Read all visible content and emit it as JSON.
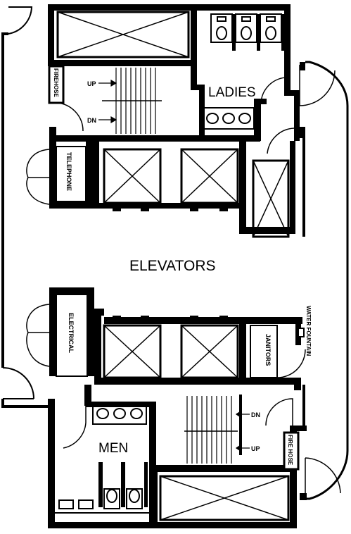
{
  "labels": {
    "elevators": "ELEVATORS",
    "ladies": "LADIES",
    "men": "MEN",
    "telephone": "TELEPHONE",
    "electrical": "ELECTRICAL",
    "janitors": "JANITORS",
    "water_fountain": "WATER FOUNTAIN",
    "firehose_top": "FIREHOSE",
    "firehose_bottom": "FIRE HOSE",
    "stair_top_up": "UP",
    "stair_top_dn": "DN",
    "stair_bottom_dn": "DN",
    "stair_bottom_up": "UP"
  },
  "colors": {
    "wall": "#000000",
    "background": "#ffffff"
  }
}
